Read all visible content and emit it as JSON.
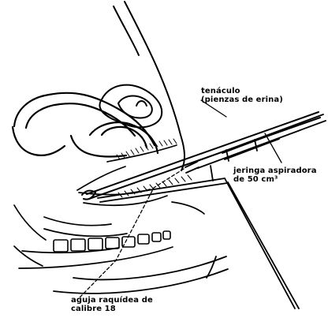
{
  "labels": {
    "tenaculo": {
      "line1": "tenáculo",
      "line2": "(pienzas de erina)"
    },
    "jeringa": {
      "line1": "jeringa aspiradora",
      "line2": "de 50 cm³"
    },
    "aguja": {
      "line1": "aguja raquídea de",
      "line2": "calibre 18"
    }
  }
}
